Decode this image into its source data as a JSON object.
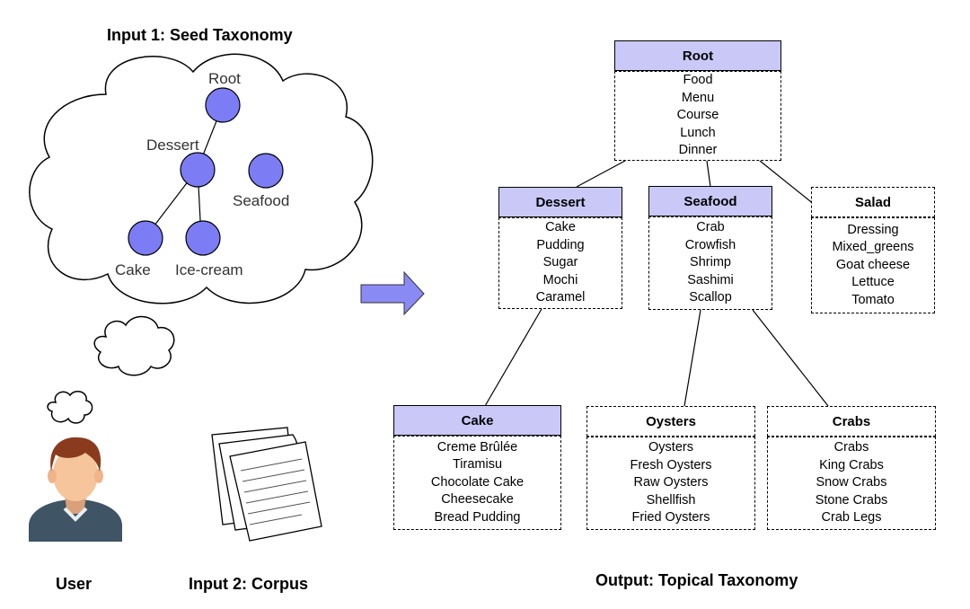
{
  "input1": {
    "title": "Input 1: Seed Taxonomy",
    "nodes": {
      "root": "Root",
      "dessert": "Dessert",
      "seafood": "Seafood",
      "cake": "Cake",
      "icecream": "Ice-cream"
    }
  },
  "user_label": "User",
  "input2_title": "Input 2: Corpus",
  "output_title": "Output: Topical Taxonomy",
  "colors": {
    "node_fill": "#7c7cf5",
    "header_fill": "#c9c8f7",
    "arrow_fill": "#8a8af5"
  },
  "taxonomy": {
    "root": {
      "title": "Root",
      "terms": [
        "Food",
        "Menu",
        "Course",
        "Lunch",
        "Dinner"
      ]
    },
    "dessert": {
      "title": "Dessert",
      "terms": [
        "Cake",
        "Pudding",
        "Sugar",
        "Mochi",
        "Caramel"
      ]
    },
    "seafood": {
      "title": "Seafood",
      "terms": [
        "Crab",
        "Crowfish",
        "Shrimp",
        "Sashimi",
        "Scallop"
      ]
    },
    "salad": {
      "title": "Salad",
      "terms": [
        "Dressing",
        "Mixed_greens",
        "Goat cheese",
        "Lettuce",
        "Tomato"
      ]
    },
    "cake": {
      "title": "Cake",
      "terms": [
        "Creme Brûlée",
        "Tiramisu",
        "Chocolate Cake",
        "Cheesecake",
        "Bread Pudding"
      ]
    },
    "oysters": {
      "title": "Oysters",
      "terms": [
        "Oysters",
        "Fresh Oysters",
        "Raw Oysters",
        "Shellfish",
        "Fried Oysters"
      ]
    },
    "crabs": {
      "title": "Crabs",
      "terms": [
        "Crabs",
        "King Crabs",
        "Snow Crabs",
        "Stone Crabs",
        "Crab Legs"
      ]
    }
  }
}
